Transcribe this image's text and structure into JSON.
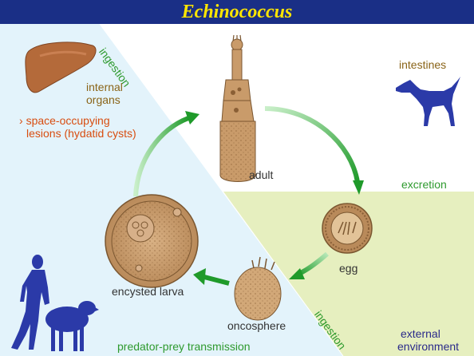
{
  "title": "Echinococcus",
  "labels": {
    "ingestion_top": "ingestion",
    "ingestion_bottom": "ingestion",
    "intestines": "intestines",
    "excretion": "excretion",
    "internal_organs_line1": "internal",
    "internal_organs_line2": "organs",
    "lesions_line1": "space-occupying",
    "lesions_line2": "lesions (hydatid cysts)",
    "adult": "adult",
    "egg": "egg",
    "oncosphere": "oncosphere",
    "encysted_larva": "encysted larva",
    "predator_prey": "predator-prey transmission",
    "external_line1": "external",
    "external_line2": "environment"
  },
  "colors": {
    "title_bar": "#1a2f86",
    "title_text": "#ffe600",
    "intermediate_host_region": "#e3f3fb",
    "external_environment_region": "#e6efbf",
    "green_label": "#2e9a2e",
    "brown_label": "#8a6418",
    "orange_label": "#d84d10",
    "dark_label": "#333333",
    "navy_label": "#2a2a8a",
    "silhouette": "#2b3aa8",
    "organism": "#c99b6a",
    "organism_outline": "#7a5630",
    "liver": "#b46a3a"
  },
  "icons": [
    "liver-icon",
    "dog-icon",
    "human-icon",
    "sheep-icon",
    "adult-tapeworm-icon",
    "egg-icon",
    "oncosphere-icon",
    "encysted-larva-icon"
  ]
}
